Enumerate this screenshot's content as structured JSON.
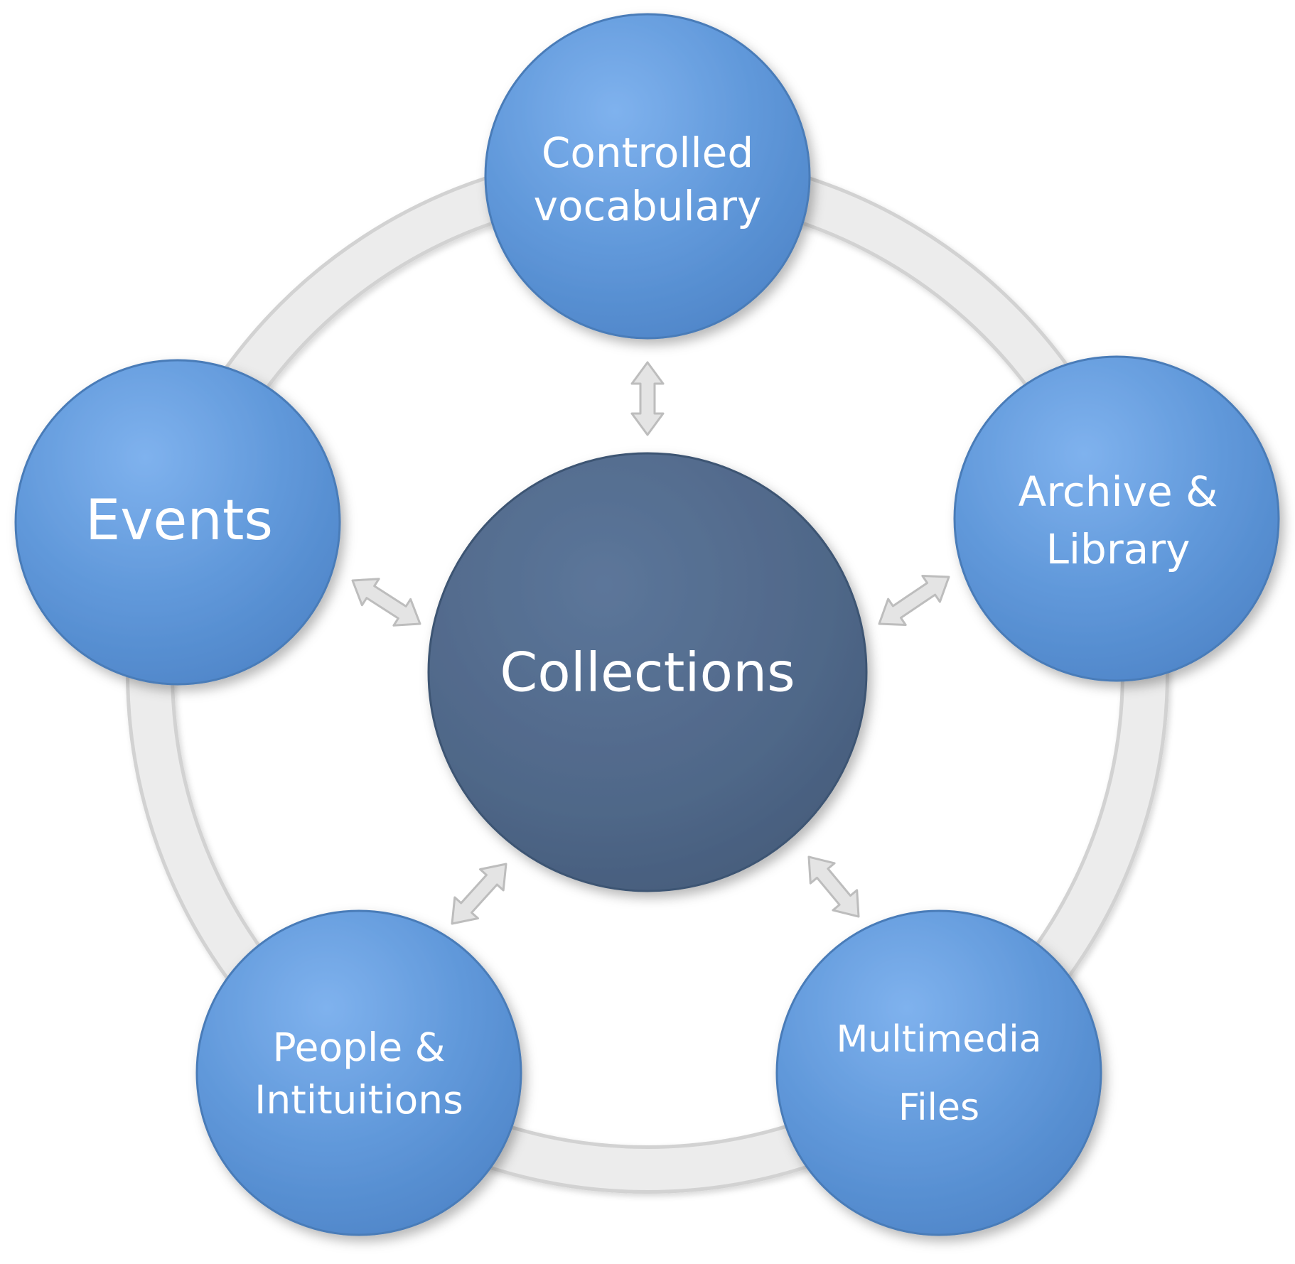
{
  "center": {
    "label": "Collections"
  },
  "nodes": [
    {
      "id": "controlled-vocabulary",
      "lines": [
        "Controlled",
        "vocabulary"
      ]
    },
    {
      "id": "archive-library",
      "lines": [
        "Archive &",
        "Library"
      ]
    },
    {
      "id": "multimedia-files",
      "lines": [
        "Multimedia",
        "Files"
      ]
    },
    {
      "id": "people-intituitions",
      "lines": [
        "People &",
        "Intituitions"
      ]
    },
    {
      "id": "events",
      "lines": [
        "Events"
      ]
    }
  ],
  "colors": {
    "node_fill": "#5f97d9",
    "node_fill_light": "#78acea",
    "node_stroke": "#4a7bb8",
    "center_fill": "#526b8c",
    "center_stroke": "#3e5473",
    "ring": "#e6e6e6",
    "ring_edge": "#cfcfcf",
    "arrow": "#e4e4e4",
    "arrow_edge": "#bdbdbd",
    "label": "#ffffff"
  }
}
